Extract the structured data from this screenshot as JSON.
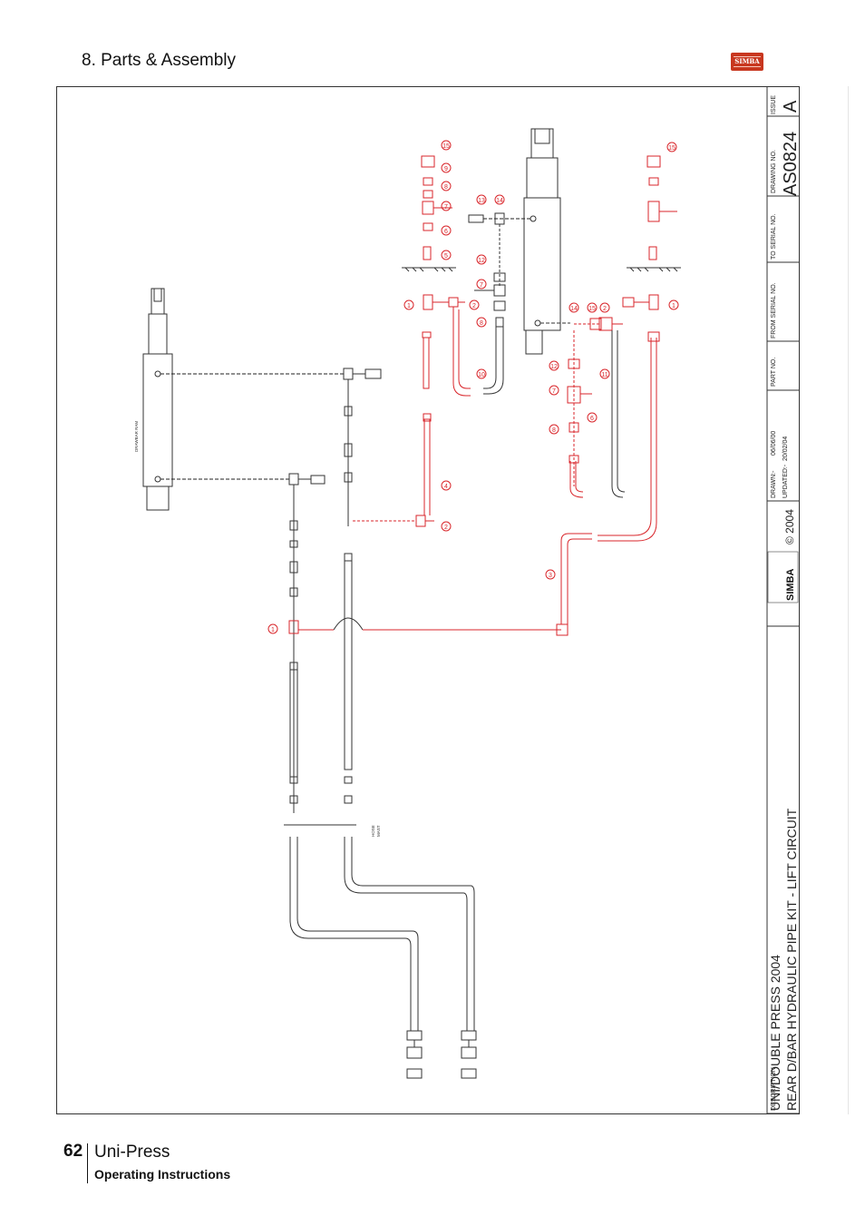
{
  "header": {
    "section_title": "8. Parts & Assembly",
    "logo_text": "SIMBA"
  },
  "title_block": {
    "issue_label": "ISSUE",
    "issue_value": "A",
    "drawing_no_label": "DRAWING NO.",
    "drawing_no_value": "AS0824",
    "to_serial_label": "TO SERIAL NO.",
    "from_serial_label": "FROM SERIAL NO.",
    "part_no_label": "PART NO.",
    "drawn_label": "DRAWN:-",
    "drawn_date": "06/06/00",
    "updated_label": "UPDATED:-",
    "updated_date": "20/02/04",
    "company_logo_text": "SIMBA",
    "copyright": "© 2004",
    "description_label": "DESCRIPTION",
    "description_line1": "UNI/DOUBLE PRESS 2004",
    "description_line2": "REAR D/BAR HYDRAULIC PIPE KIT - LIFT CIRCUIT"
  },
  "drawing": {
    "ram_label": "DRAWBAR RAM",
    "hose_mast_label_1": "HOSE",
    "hose_mast_label_2": "MAST",
    "balloons": {
      "b1_left": "1",
      "b1_a": "1",
      "b1_b": "1",
      "b2_a": "2",
      "b2_b": "2",
      "b2_c": "2",
      "b3": "3",
      "b4": "4",
      "b5": "5",
      "b6": "6",
      "b6_b": "6",
      "b7": "7",
      "b7_b": "7",
      "b7_c": "7",
      "b8": "8",
      "b8_b": "8",
      "b8_c": "8",
      "b9": "9",
      "b10": "10",
      "b11": "11",
      "b12": "12",
      "b12_b": "12",
      "b13": "13",
      "b14": "14",
      "b14_b": "14",
      "b15_a": "15",
      "b15_b": "15",
      "b15_c": "15"
    }
  },
  "footer": {
    "page_number": "62",
    "product": "Uni-Press",
    "subtitle": "Operating Instructions"
  },
  "colors": {
    "pipe_red": "#d9262b",
    "line_black": "#222222",
    "logo_red": "#c8371f"
  }
}
